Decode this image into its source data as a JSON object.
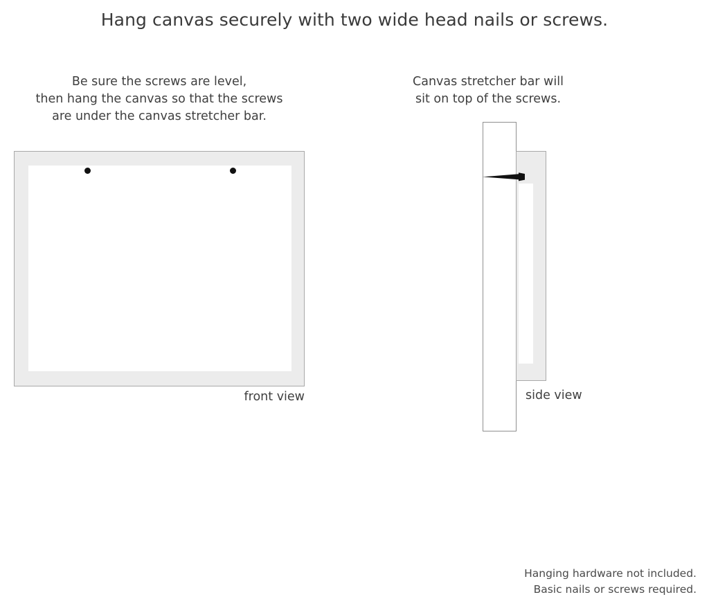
{
  "title": "Hang canvas securely with two wide head nails or screws.",
  "front": {
    "caption_lines": [
      "Be sure the screws are level,",
      "then hang the canvas so that the screws",
      "are under the canvas stretcher bar."
    ],
    "view_label": "front view",
    "screw_count": 2
  },
  "side": {
    "caption_lines": [
      "Canvas stretcher bar will",
      "sit on top of the screws."
    ],
    "view_label": "side view"
  },
  "footer_lines": [
    "Hanging hardware not included.",
    "Basic nails or screws required."
  ],
  "colors": {
    "background": "#ffffff",
    "text": "#3b3b3b",
    "frame_fill": "#ececec",
    "frame_stroke": "#a8a8a8",
    "canvas_inner": "#ffffff",
    "wall_stroke": "#8f8f8f",
    "screw": "#111111"
  }
}
